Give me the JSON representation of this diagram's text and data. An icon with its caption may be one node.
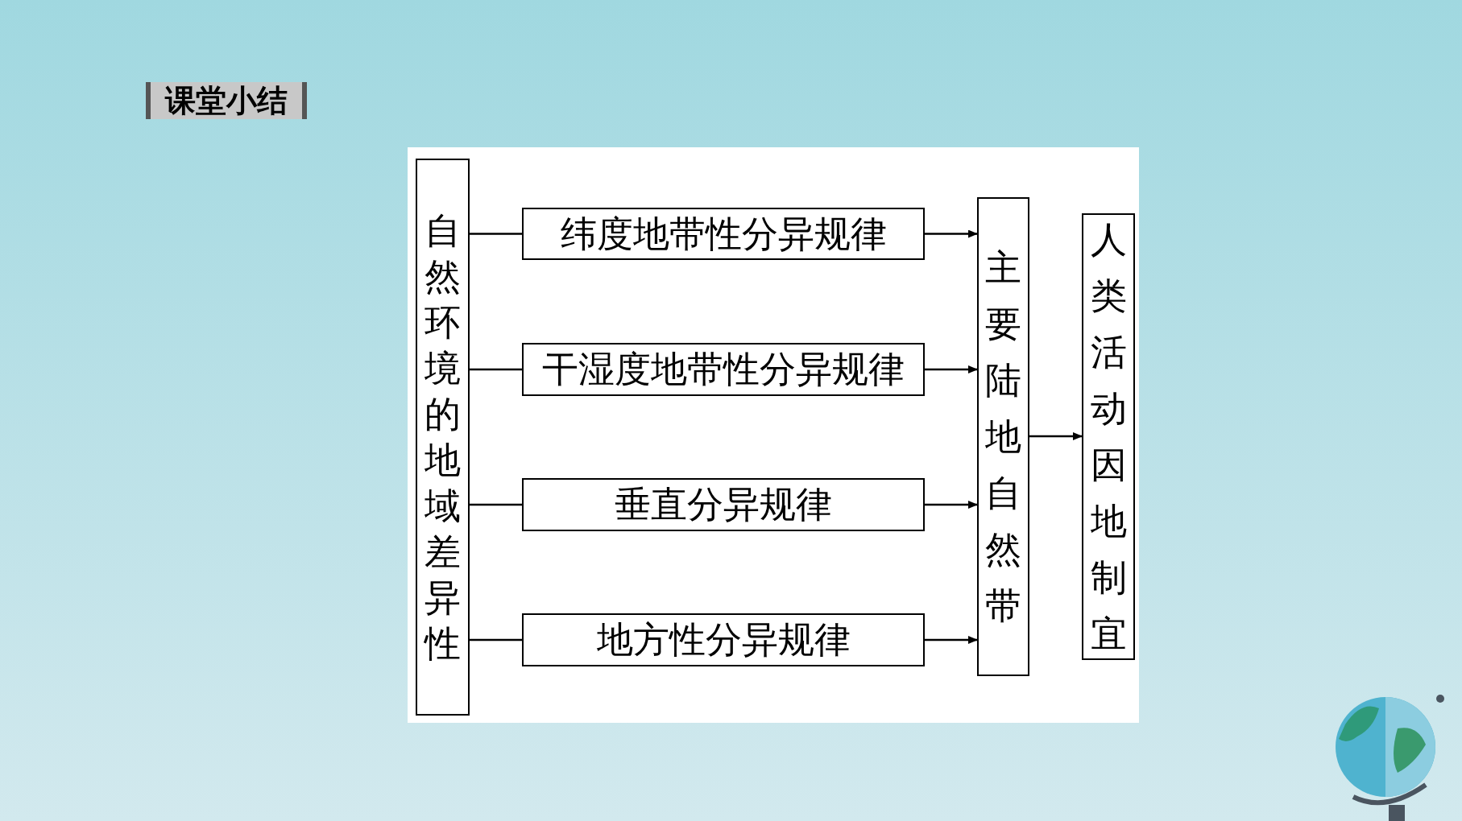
{
  "diagram": {
    "title": "课堂小结",
    "nodes": [
      {
        "text": [
          "自然环境的地域差异性"
        ]
      },
      {
        "text": [
          "纬度地带性分异规律"
        ]
      },
      {
        "text": [
          "干湿度地带性分异规律"
        ]
      },
      {
        "text": [
          "垂直分异规律"
        ]
      },
      {
        "text": [
          "地方性分异规律"
        ]
      },
      {
        "text": [
          "主要陆地自然带"
        ]
      },
      {
        "text": [
          "人类活动因地制宜"
        ]
      }
    ],
    "edges": [
      {
        "from": 0,
        "to": 1,
        "arrow": "none"
      },
      {
        "from": 0,
        "to": 2,
        "arrow": "none"
      },
      {
        "from": 0,
        "to": 3,
        "arrow": "none"
      },
      {
        "from": 0,
        "to": 4,
        "arrow": "none"
      },
      {
        "from": 1,
        "to": 5,
        "arrow": "to"
      },
      {
        "from": 2,
        "to": 5,
        "arrow": "to"
      },
      {
        "from": 3,
        "to": 5,
        "arrow": "to"
      },
      {
        "from": 4,
        "to": 5,
        "arrow": "to"
      },
      {
        "from": 5,
        "to": 6,
        "arrow": "to"
      }
    ]
  }
}
